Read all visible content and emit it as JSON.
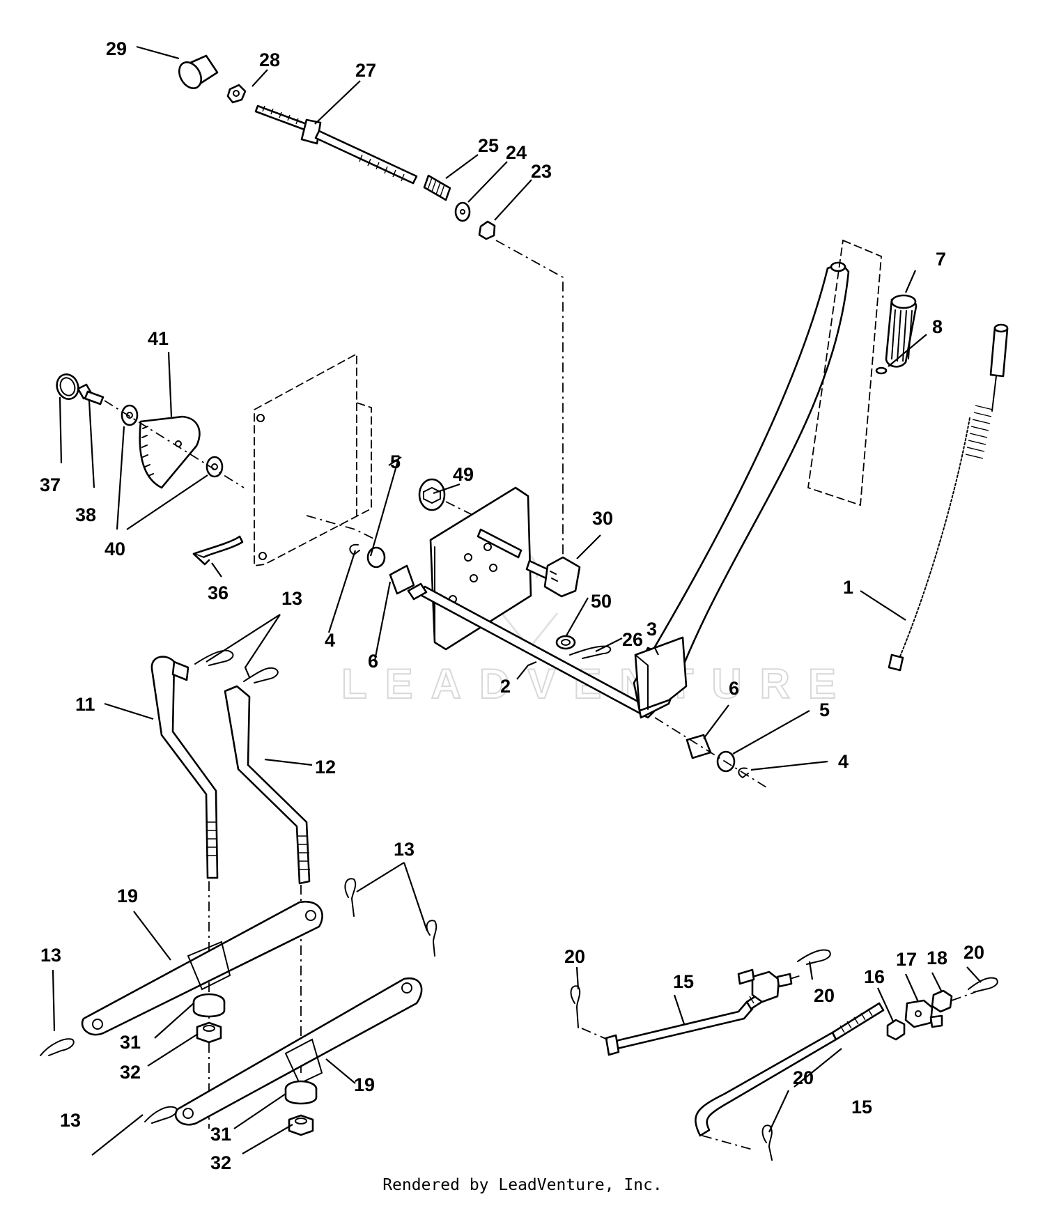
{
  "footer": {
    "text": "Rendered by LeadVenture, Inc."
  },
  "watermark": {
    "text": "LEADVENTURE"
  },
  "callouts": {
    "c1": "1",
    "c2": "2",
    "c3": "3",
    "c4a": "4",
    "c4b": "4",
    "c5a": "5",
    "c5b": "5",
    "c6a": "6",
    "c6b": "6",
    "c7": "7",
    "c8": "8",
    "c11": "11",
    "c12": "12",
    "c13a": "13",
    "c13b": "13",
    "c13c": "13",
    "c13d": "13",
    "c15a": "15",
    "c15b": "15",
    "c16": "16",
    "c17": "17",
    "c18": "18",
    "c19a": "19",
    "c19b": "19",
    "c20a": "20",
    "c20b": "20",
    "c20c": "20",
    "c20d": "20",
    "c23": "23",
    "c24": "24",
    "c25": "25",
    "c26": "26",
    "c27": "27",
    "c28": "28",
    "c29": "29",
    "c30": "30",
    "c31a": "31",
    "c31b": "31",
    "c32a": "32",
    "c32b": "32",
    "c36": "36",
    "c37": "37",
    "c38": "38",
    "c40": "40",
    "c41": "41",
    "c49": "49",
    "c50": "50"
  }
}
